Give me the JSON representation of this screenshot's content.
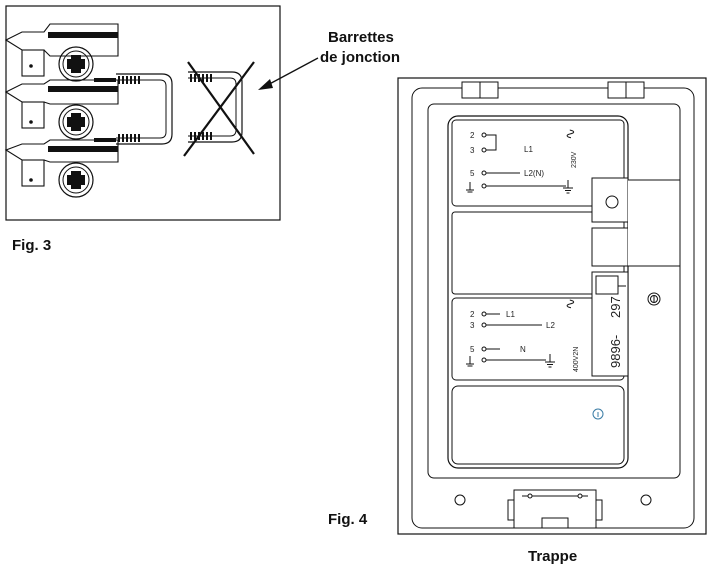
{
  "fig3": {
    "caption": "Fig. 3",
    "callout": {
      "line1": "Barrettes",
      "line2": "de jonction"
    }
  },
  "fig4": {
    "caption": "Fig. 4",
    "trapdoor_label": "Trappe",
    "upper_block": {
      "terminals": [
        "2",
        "3",
        "5",
        "⏚"
      ],
      "labels": [
        "L1",
        "L2(N)"
      ],
      "voltage": "230V",
      "symbol": "∿"
    },
    "lower_block": {
      "terminals": [
        "2",
        "3",
        "5",
        "⏚"
      ],
      "labels": [
        "L1",
        "L2",
        "N"
      ],
      "voltage": "400V2N",
      "symbol": "∿"
    },
    "model_prefix": "9896-",
    "model_suffix": "297"
  },
  "icons": {
    "screw": "screw-icon",
    "cross": "cross-out-icon",
    "ground": "ground-icon"
  }
}
